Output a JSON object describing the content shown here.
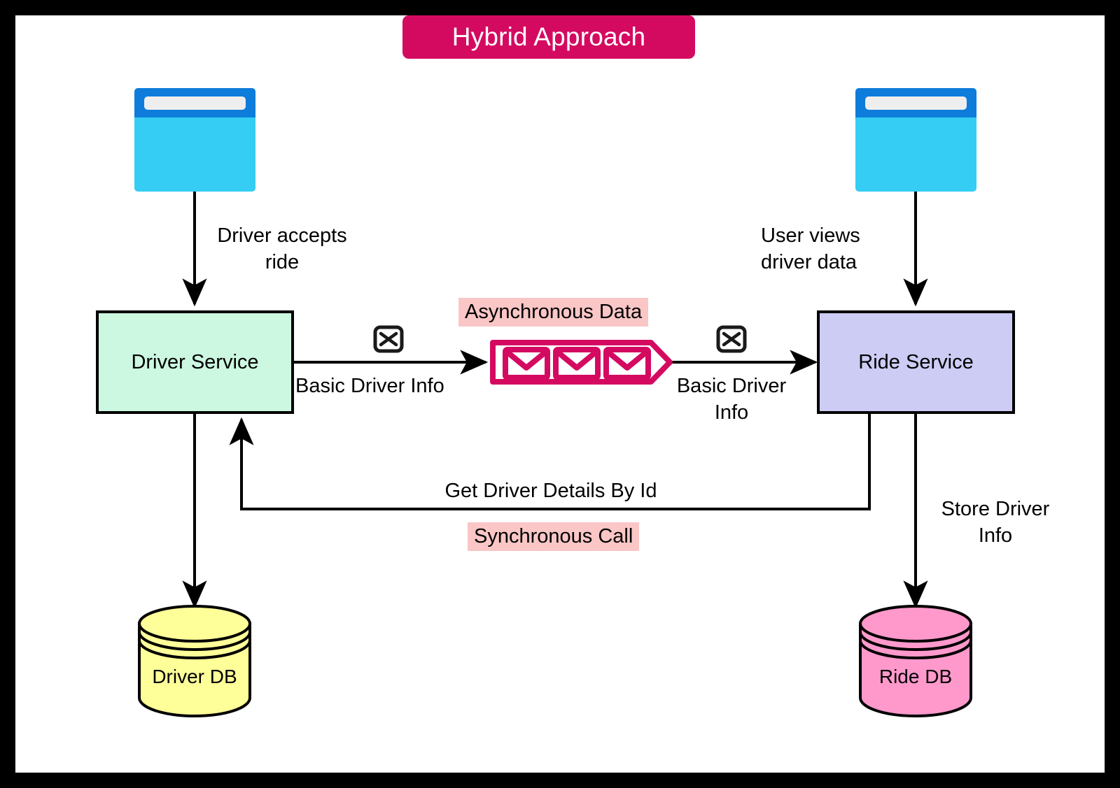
{
  "diagram": {
    "title": "Hybrid Approach",
    "nodes": {
      "driver_browser": "browser-window-icon",
      "ride_browser": "browser-window-icon",
      "driver_service": "Driver Service",
      "ride_service": "Ride Service",
      "driver_db": "Driver DB",
      "ride_db": "Ride DB",
      "message_queue": "message-queue-icon"
    },
    "edges": {
      "driver_accepts_ride": "Driver accepts\nride",
      "user_views_driver_data": "User views\ndriver data",
      "basic_driver_info_out": "Basic Driver Info",
      "basic_driver_info_in": "Basic Driver\nInfo",
      "get_driver_details_by_id": "Get Driver Details By Id",
      "store_driver_info": "Store Driver\nInfo"
    },
    "annotations": {
      "asynchronous_data": "Asynchronous Data",
      "synchronous_call": "Synchronous Call"
    },
    "colors": {
      "title_badge": "#d40a61",
      "driver_service": "#ccf7e0",
      "ride_service": "#ccccf5",
      "driver_db": "#ffff99",
      "ride_db": "#ff99cc",
      "queue_outline": "#d40a61",
      "browser_body": "#35cdf4",
      "browser_bar": "#0d7cdb",
      "annotation_highlight": "#fac6c6",
      "frame": "#000000"
    }
  }
}
